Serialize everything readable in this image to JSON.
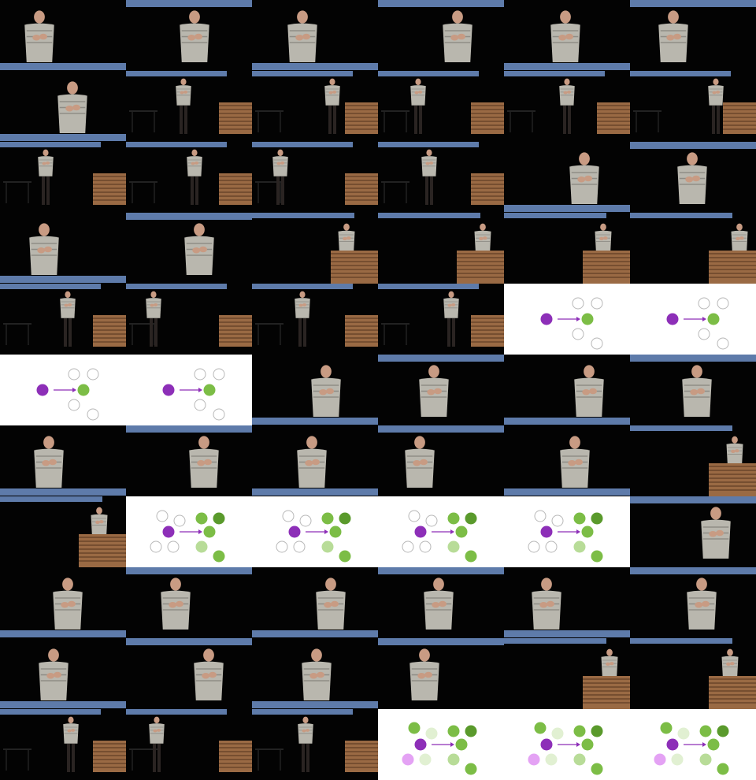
{
  "colors": {
    "stage_bg": "#030303",
    "blue_band": "#6f90c8",
    "sweater": "#b9b7ae",
    "sweater_stripe": "#8f8d86",
    "skin": "#c89b83",
    "trousers": "#2a2422",
    "podium": "#9a6a44",
    "podium_slat": "#6b4529",
    "slide_bg": "#ffffff",
    "purple": "#8d2fb8",
    "purple_light": "#e4a2f4",
    "green_dark": "#5a9a2c",
    "green": "#7cbd46",
    "green_light": "#b8dc98",
    "green_pale": "#e1f0d2",
    "circle_outline": "#b8b8b8"
  },
  "tiles": [
    "close",
    "close",
    "close",
    "close",
    "close",
    "close",
    "close",
    "wide",
    "wide",
    "wide",
    "wide",
    "wide",
    "wide",
    "wide",
    "wide",
    "wide",
    "close",
    "close",
    "close",
    "close",
    "podium",
    "podium",
    "podium",
    "podium",
    "wide",
    "wide",
    "wide",
    "wide",
    "slide1",
    "slide1",
    "slide1",
    "slide1",
    "close",
    "close",
    "close",
    "close",
    "close",
    "close",
    "close",
    "close",
    "close",
    "podium",
    "podium",
    "slide2",
    "slide2",
    "slide2",
    "slide2",
    "close",
    "close",
    "close",
    "close",
    "close",
    "close",
    "close",
    "close",
    "close",
    "close",
    "close",
    "podium",
    "podium",
    "wide",
    "wide",
    "wide",
    "slide3",
    "slide3",
    "slide3"
  ]
}
